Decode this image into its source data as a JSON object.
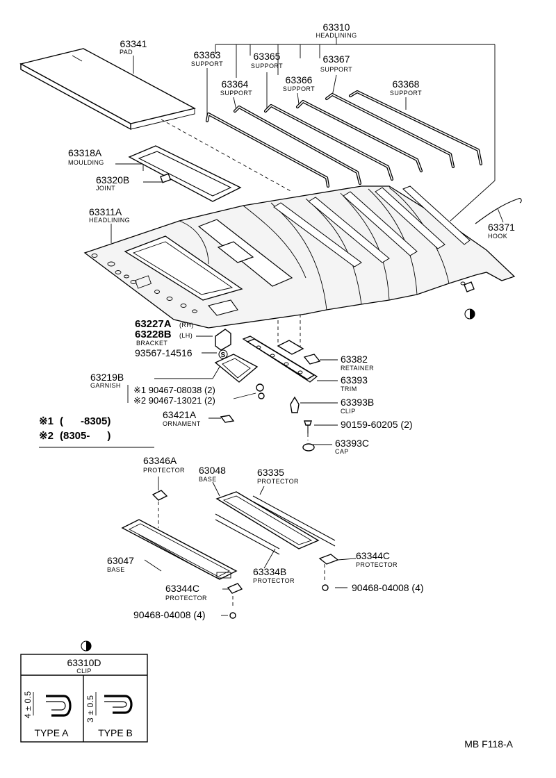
{
  "callouts": {
    "c63310": {
      "num": "63310",
      "label": "HEADLINING"
    },
    "c63341": {
      "num": "63341",
      "label": "PAD"
    },
    "c63363": {
      "num": "63363",
      "label": "SUPPORT"
    },
    "c63365": {
      "num": "63365",
      "label": "SUPPORT"
    },
    "c63367": {
      "num": "63367",
      "label": "SUPPORT"
    },
    "c63364": {
      "num": "63364",
      "label": "SUPPORT"
    },
    "c63366": {
      "num": "63366",
      "label": "SUPPORT"
    },
    "c63368": {
      "num": "63368",
      "label": "SUPPORT"
    },
    "c63318A": {
      "num": "63318A",
      "label": "MOULDING"
    },
    "c63320B": {
      "num": "63320B",
      "label": "JOINT"
    },
    "c63311A": {
      "num": "63311A",
      "label": "HEADLINING"
    },
    "c63371": {
      "num": "63371",
      "label": "HOOK"
    },
    "c63227A": {
      "num": "63227A",
      "suffix": "(RH)"
    },
    "c63228B": {
      "num": "63228B",
      "suffix": "(LH)",
      "label": "BRACKET"
    },
    "c93567": {
      "num": "93567-14516"
    },
    "c63219B": {
      "num": "63219B",
      "label": "GARNISH"
    },
    "c90467a": {
      "text": "※1 90467-08038 (2)"
    },
    "c90467b": {
      "text": "※2 90467-13021 (2)"
    },
    "c63421A": {
      "num": "63421A",
      "label": "ORNAMENT"
    },
    "c63382": {
      "num": "63382",
      "label": "RETAINER"
    },
    "c63393": {
      "num": "63393",
      "label": "TRIM"
    },
    "c63393B": {
      "num": "63393B",
      "label": "CLIP"
    },
    "c90159": {
      "num": "90159-60205 (2)"
    },
    "c63393C": {
      "num": "63393C",
      "label": "CAP"
    },
    "c63346A": {
      "num": "63346A",
      "label": "PROTECTOR"
    },
    "c63048": {
      "num": "63048",
      "label": "BASE"
    },
    "c63335": {
      "num": "63335",
      "label": "PROTECTOR"
    },
    "c63047": {
      "num": "63047",
      "label": "BASE"
    },
    "c63334B": {
      "num": "63334B",
      "label": "PROTECTOR"
    },
    "c63344C_r": {
      "num": "63344C",
      "label": "PROTECTOR"
    },
    "c90468_r": {
      "num": "90468-04008 (4)"
    },
    "c63344C_l": {
      "num": "63344C",
      "label": "PROTECTOR"
    },
    "c90468_l": {
      "num": "90468-04008 (4)"
    }
  },
  "legend": {
    "row1": {
      "mark": "※1",
      "range": "(      -8305)"
    },
    "row2": {
      "mark": "※2",
      "range": "(8305-      )"
    }
  },
  "inset": {
    "num": "63310D",
    "label": "CLIP",
    "dim_a": "4 ± 0.5",
    "dim_b": "3 ± 0.5",
    "type_a": "TYPE A",
    "type_b": "TYPE B"
  },
  "symbols": {
    "s_mark": "S"
  },
  "footer": {
    "code": "MB F118-A"
  }
}
